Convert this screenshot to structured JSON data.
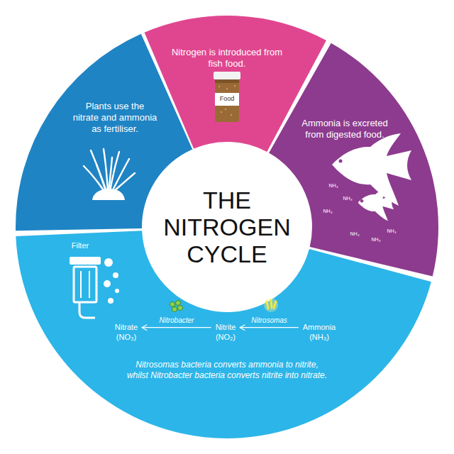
{
  "diagram": {
    "title": "THE NITROGEN CYCLE",
    "nodes": [
      {
        "text": [
          "Nitrogen is introduced from fish food."
        ]
      },
      {
        "text": [
          "Ammonia is excreted from digested food."
        ]
      },
      {
        "text": [
          "Nitrosomas bacteria converts ammonia to nitrite, whilst Nitrobacter bacteria converts nitrite into nitrate."
        ]
      },
      {
        "text": [
          "Nitrate (NO₃)"
        ],
        "in": 2
      },
      {
        "text": [
          "Nitrite (NO₂)"
        ],
        "in": 2
      },
      {
        "text": [
          "Ammonia (NH₃)"
        ],
        "in": 2
      },
      {
        "text": [
          "Plants use the nitrate and ammonia as fertiliser."
        ]
      }
    ],
    "edges": [
      {
        "from": 5,
        "to": 4,
        "arrow": "to",
        "label": "Nitrosomas"
      },
      {
        "from": 4,
        "to": 3,
        "arrow": "to",
        "label": "Nitrobacter"
      }
    ],
    "labels": [
      "Food",
      "Filter",
      "NH₃",
      "NH₃",
      "NH₃",
      "NH₃",
      "NH₃",
      "NH₃"
    ]
  }
}
